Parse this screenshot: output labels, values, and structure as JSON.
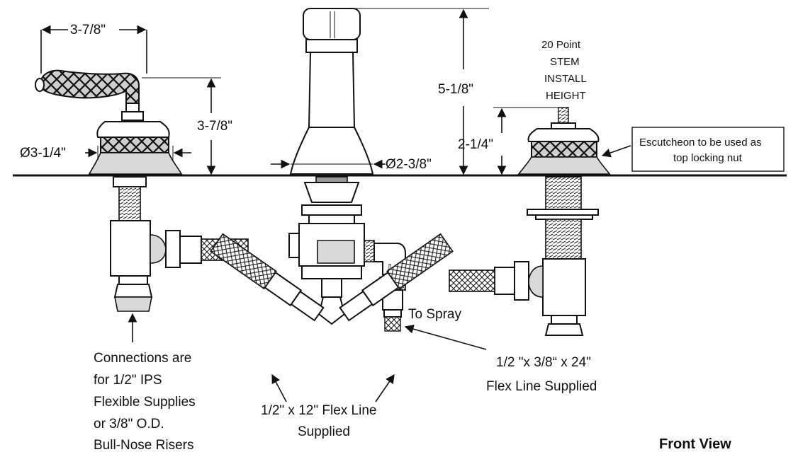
{
  "labels": {
    "left_handle_width": "3-7/8\"",
    "left_handle_height": "3-7/8\"",
    "left_escutcheon_dia": "Ø3-1/4\"",
    "spout_height": "5-1/8\"",
    "spout_base_dia": "Ø2-3/8\"",
    "stem_point_1": "20 Point",
    "stem_point_2": "STEM",
    "stem_point_3": "INSTALL",
    "stem_point_4": "HEIGHT",
    "stem_height": "2-1/4\"",
    "escutcheon_note_1": "Escutcheon to be used as",
    "escutcheon_note_2": "top locking nut",
    "connections_1": "Connections are",
    "connections_2": "for 1/2\" IPS",
    "connections_3": "Flexible Supplies",
    "connections_4": "or 3/8\" O.D.",
    "connections_5": "Bull-Nose Risers",
    "to_spray": "To Spray",
    "flex_24_1": "1/2 \"x 3/8“ x 24\"",
    "flex_24_2": "Flex Line Supplied",
    "flex_12_1": "1/2\" x 12\" Flex Line",
    "flex_12_2": "Supplied",
    "view_title": "Front View"
  }
}
